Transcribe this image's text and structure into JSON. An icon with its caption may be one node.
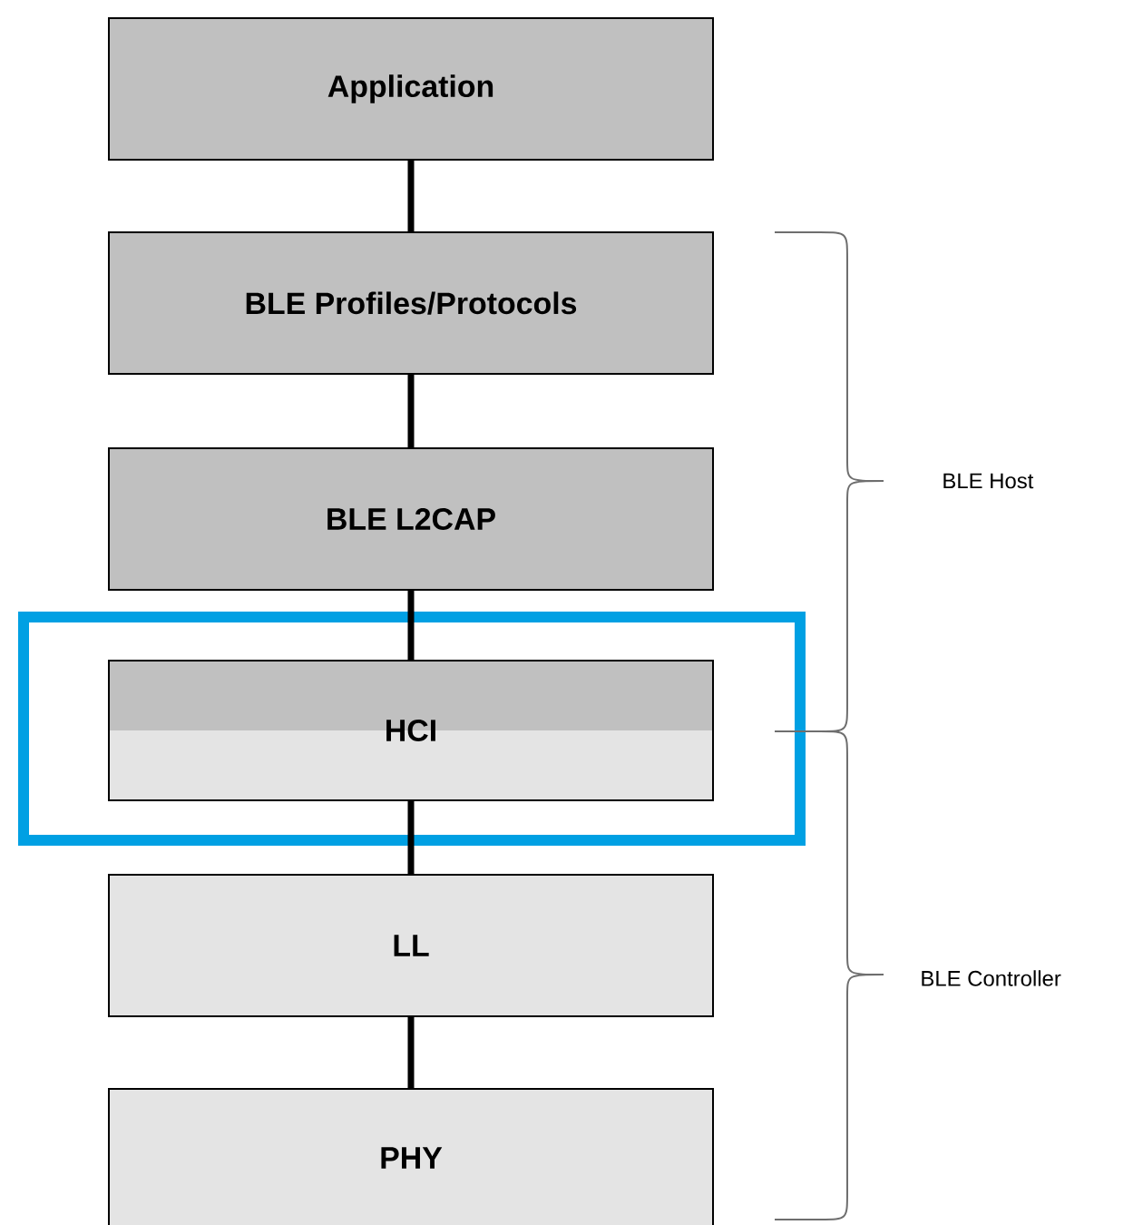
{
  "diagram": {
    "nodes": [
      {
        "text": [
          "Application"
        ]
      },
      {
        "text": [
          "BLE Profiles/Protocols"
        ]
      },
      {
        "text": [
          "BLE L2CAP"
        ]
      },
      {
        "text": [
          "HCI"
        ]
      },
      {
        "text": [
          "LL"
        ]
      },
      {
        "text": [
          "PHY"
        ]
      }
    ],
    "edges": [
      {
        "from": 0,
        "to": 1,
        "arrow": "none"
      },
      {
        "from": 1,
        "to": 2,
        "arrow": "none"
      },
      {
        "from": 2,
        "to": 3,
        "arrow": "none"
      },
      {
        "from": 3,
        "to": 4,
        "arrow": "none"
      },
      {
        "from": 4,
        "to": 5,
        "arrow": "none"
      }
    ],
    "labels": [
      "BLE Host",
      "BLE Controller"
    ]
  }
}
